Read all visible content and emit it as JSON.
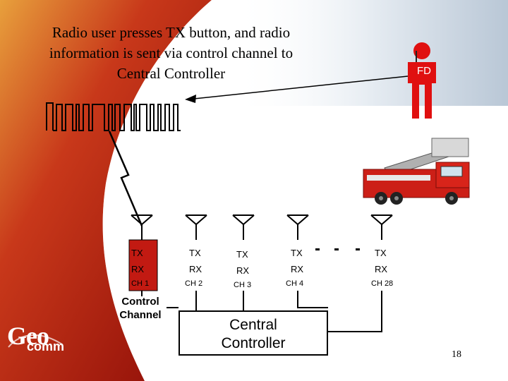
{
  "title_lines": [
    "Radio user presses TX button, and radio",
    "information is sent via control channel to",
    "Central Controller"
  ],
  "fd_label": "FD",
  "channels": [
    {
      "tx": "TX",
      "rx": "RX",
      "ch": "CH 1"
    },
    {
      "tx": "TX",
      "rx": "RX",
      "ch": "CH 2"
    },
    {
      "tx": "TX",
      "rx": "RX",
      "ch": "CH 3"
    },
    {
      "tx": "TX",
      "rx": "RX",
      "ch": "CH 4"
    },
    {
      "tx": "TX",
      "rx": "RX",
      "ch": "CH 28"
    }
  ],
  "control_channel_lines": [
    "Control",
    "Channel"
  ],
  "central_controller_lines": [
    "Central",
    "Controller"
  ],
  "logo": {
    "top": "Geo",
    "bottom": "comm"
  },
  "page_number": "18",
  "colors": {
    "background_red": "#b81c10",
    "figure_red": "#e01010",
    "truck_red": "#cc1f17",
    "control_channel_highlight": "#c21a12"
  }
}
